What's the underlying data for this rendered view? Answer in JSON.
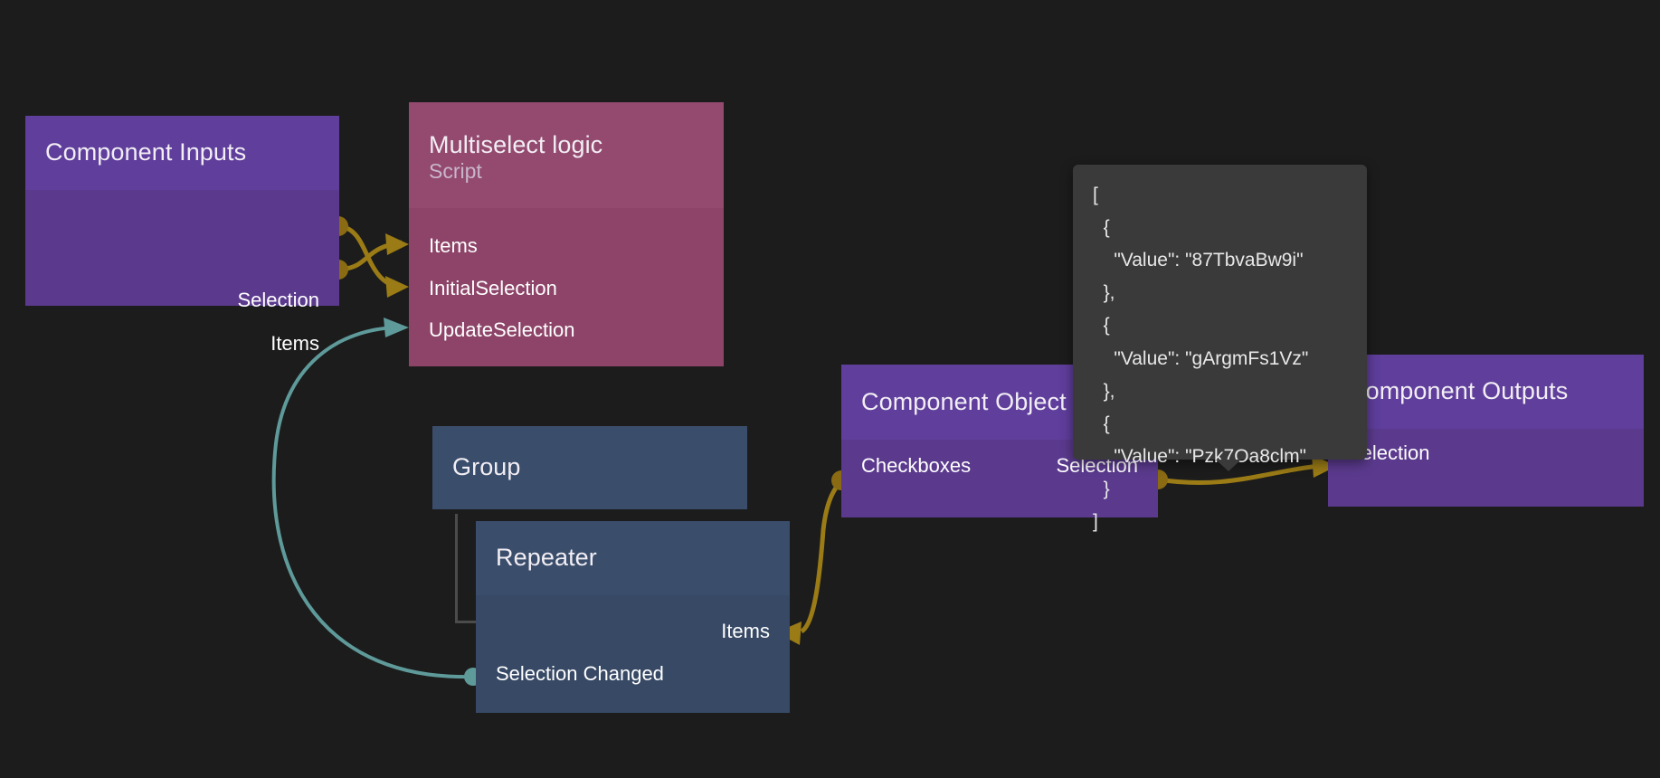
{
  "canvas": {
    "background": "#1c1c1c",
    "wire_color_data": "#9a7b16",
    "wire_color_event": "#5f9a9a"
  },
  "nodes": {
    "component_inputs": {
      "title": "Component Inputs",
      "outputs": [
        {
          "label": "Selection"
        },
        {
          "label": "Items"
        }
      ]
    },
    "multiselect_logic": {
      "title": "Multiselect logic",
      "subtitle": "Script",
      "inputs": [
        {
          "label": "Items"
        },
        {
          "label": "InitialSelection"
        },
        {
          "label": "UpdateSelection"
        }
      ]
    },
    "group": {
      "title": "Group"
    },
    "repeater": {
      "title": "Repeater",
      "outputs": [
        {
          "label": "Items"
        }
      ],
      "events": [
        {
          "label": "Selection Changed"
        }
      ]
    },
    "component_object": {
      "title": "Component Object",
      "inputs": [
        {
          "label": "Checkboxes"
        }
      ],
      "outputs": [
        {
          "label": "Selection"
        }
      ]
    },
    "component_outputs": {
      "title": "Component Outputs",
      "inputs": [
        {
          "label": "Selection"
        }
      ]
    }
  },
  "tooltip": {
    "text": "[\n  {\n    \"Value\": \"87TbvaBw9i\"\n  },\n  {\n    \"Value\": \"gArgmFs1Vz\"\n  },\n  {\n    \"Value\": \"Pzk7Oa8clm\"\n  }\n]",
    "values": [
      "87TbvaBw9i",
      "gArgmFs1Vz",
      "Pzk7Oa8clm"
    ]
  }
}
